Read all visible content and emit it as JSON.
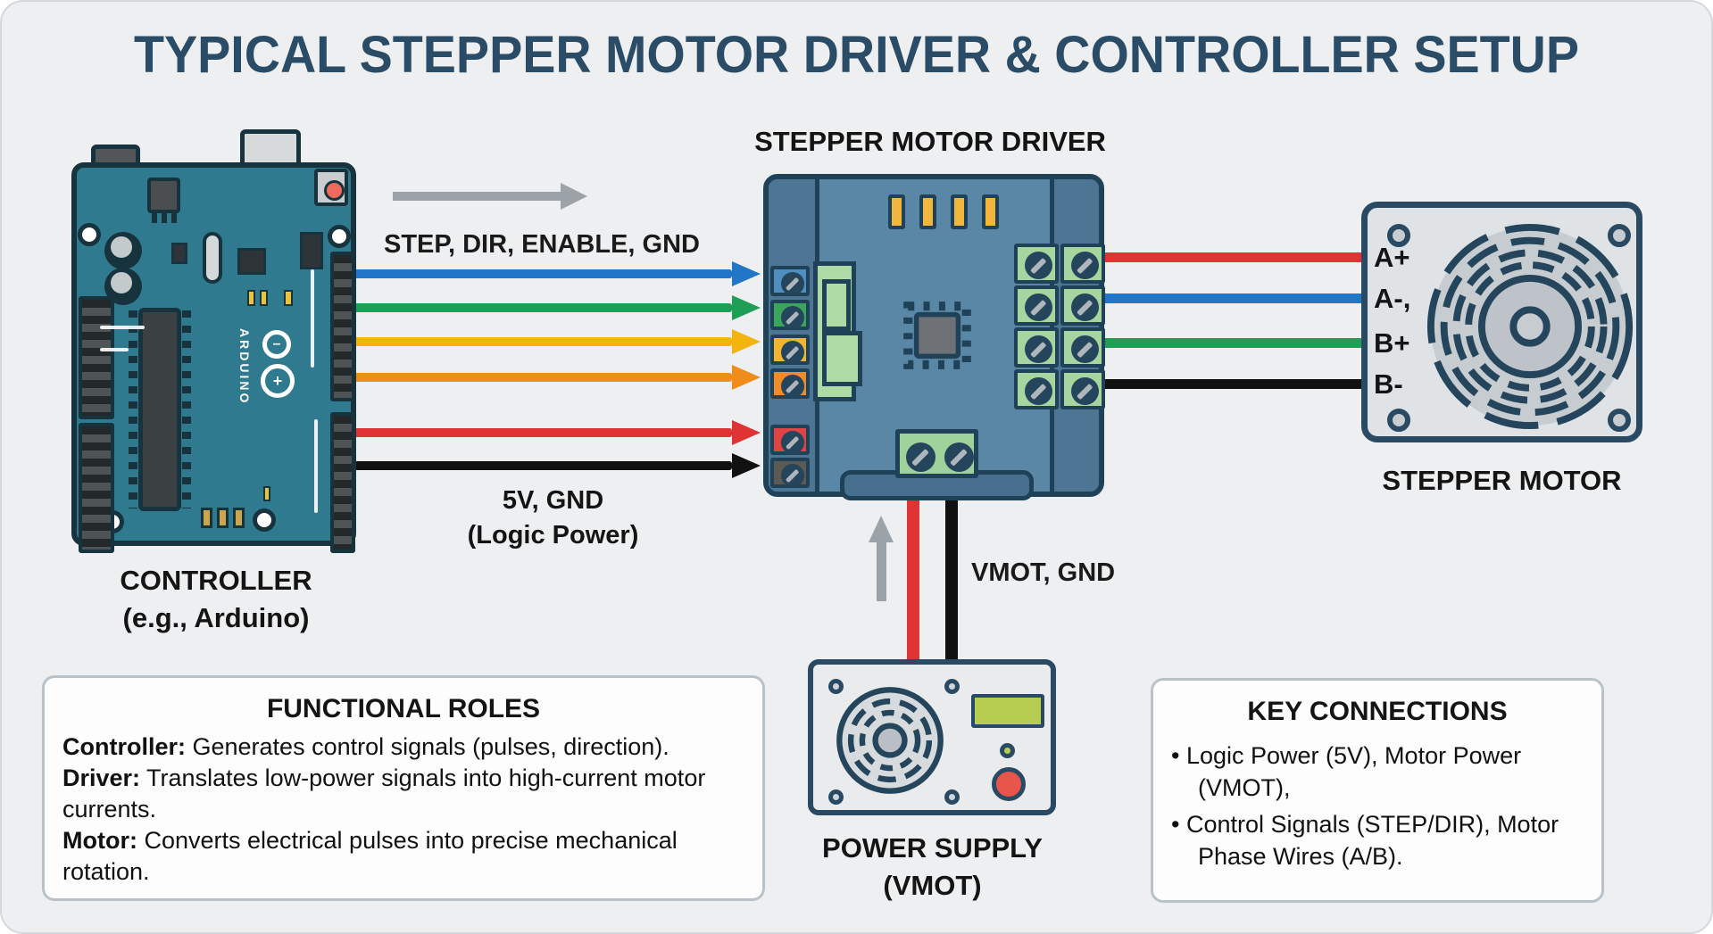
{
  "title": "TYPICAL STEPPER MOTOR DRIVER & CONTROLLER SETUP",
  "controller": {
    "label_line1": "CONTROLLER",
    "label_line2": "(e.g., Arduino)",
    "logo_text": "ARDUINO",
    "logo_minus": "–",
    "logo_plus": "+"
  },
  "driver": {
    "label": "STEPPER MOTOR DRIVER"
  },
  "motor": {
    "label": "STEPPER MOTOR",
    "phase_labels": [
      "A+",
      "A-,",
      "B+",
      "B-"
    ]
  },
  "power_supply": {
    "label_line1": "POWER SUPPLY",
    "label_line2": "(VMOT)"
  },
  "connections": {
    "control_signals_label": "STEP, DIR, ENABLE, GND",
    "logic_power_label_line1": "5V, GND",
    "logic_power_label_line2": "(Logic Power)",
    "motor_power_label": "VMOT, GND",
    "control_wire_colors": [
      "#2176c7",
      "#1f9e55",
      "#f2b40d",
      "#f08c1a",
      "#e03434",
      "#111111"
    ],
    "motor_wire_colors": [
      "#e03434",
      "#2176c7",
      "#1f9e55",
      "#111111"
    ],
    "power_wire_colors": [
      "#e03434",
      "#111111"
    ],
    "arrow_color": "#9ba3a9"
  },
  "functional_roles": {
    "title": "FUNCTIONAL ROLES",
    "items": [
      {
        "term": "Controller:",
        "desc": " Generates control signals (pulses, direction)."
      },
      {
        "term": "Driver:",
        "desc": " Translates low-power signals into high-current motor currents."
      },
      {
        "term": "Motor:",
        "desc": " Converts electrical pulses into precise mechanical rotation."
      }
    ]
  },
  "key_connections": {
    "title": "KEY CONNECTIONS",
    "items": [
      "Logic Power (5V), Motor Power (VMOT),",
      "Control Signals (STEP/DIR), Motor Phase Wires (A/B)."
    ]
  },
  "colors": {
    "background": "#edeff1",
    "title_color": "#2b4c66",
    "arduino_board": "#2f7a8e",
    "driver_board": "#5b87a6",
    "outline_navy": "#1f4258",
    "terminal_green": "#a7d5a0",
    "pad_yellow": "#f0b63e"
  }
}
